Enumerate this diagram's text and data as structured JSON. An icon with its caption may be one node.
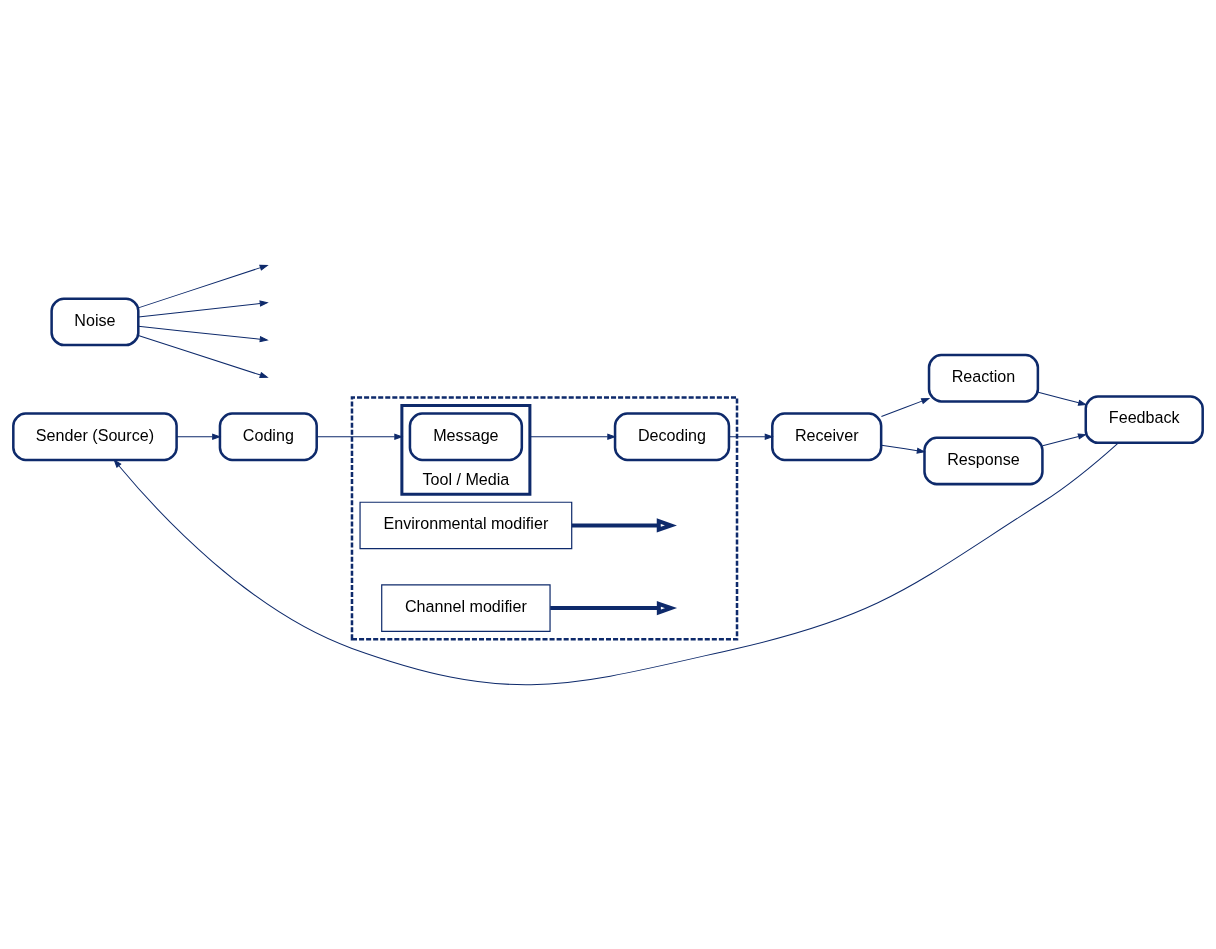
{
  "diagram": {
    "nodes": [
      {
        "text": [
          "Sender (Source)"
        ]
      },
      {
        "text": [
          "Coding"
        ]
      },
      {
        "text": [],
        "shape": "box"
      },
      {
        "text": [
          "Environmental modifier"
        ],
        "in": 2
      },
      {
        "text": [
          "Tool / Media"
        ],
        "in": 2
      },
      {
        "text": [
          "Message"
        ],
        "in": 4
      },
      {
        "text": [
          "Decoding"
        ],
        "in": 2
      },
      {
        "text": [
          "Channel modifier"
        ],
        "in": 2
      },
      {
        "text": [
          "Receiver"
        ]
      },
      {
        "text": [
          "Noise"
        ]
      },
      {
        "text": [
          "Reaction"
        ]
      },
      {
        "text": [
          "Response"
        ]
      },
      {
        "text": [
          "Feedback"
        ]
      }
    ],
    "edges": [
      {
        "from": 0,
        "to": 1,
        "arrow": "to"
      },
      {
        "from": 1,
        "to": 4,
        "arrow": "to"
      },
      {
        "from": 4,
        "to": 6,
        "arrow": "to"
      },
      {
        "from": 6,
        "to": 8,
        "arrow": "to"
      },
      {
        "from": 3,
        "to": null,
        "arrow": "to",
        "style": "thick"
      },
      {
        "from": 7,
        "to": null,
        "arrow": "to",
        "style": "thick"
      },
      {
        "from": 9,
        "to": null,
        "arrow": "to"
      },
      {
        "from": 9,
        "to": null,
        "arrow": "to"
      },
      {
        "from": 9,
        "to": null,
        "arrow": "to"
      },
      {
        "from": 9,
        "to": null,
        "arrow": "to"
      },
      {
        "from": 8,
        "to": 10,
        "arrow": "to"
      },
      {
        "from": 8,
        "to": 11,
        "arrow": "to"
      },
      {
        "from": 10,
        "to": 12,
        "arrow": "to"
      },
      {
        "from": 11,
        "to": 12,
        "arrow": "to"
      },
      {
        "from": 12,
        "to": 0,
        "arrow": "to"
      }
    ]
  }
}
